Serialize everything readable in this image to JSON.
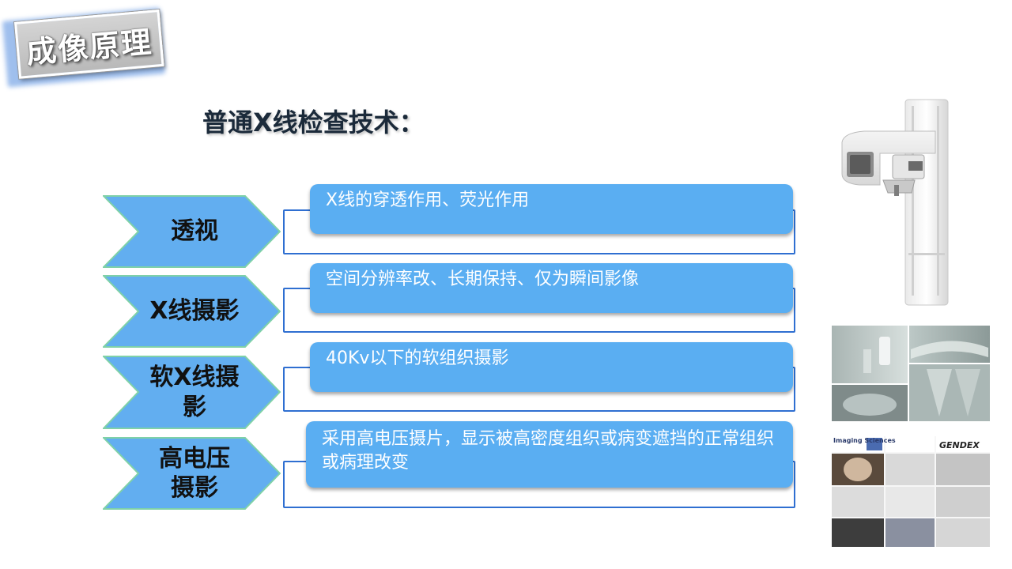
{
  "title_badge": "成像原理",
  "heading": "普通X线检查技术：",
  "rows": [
    {
      "label": "透视",
      "description": "X线的穿透作用、荧光作用"
    },
    {
      "label": "X线摄影",
      "description": "空间分辨率改、长期保持、仅为瞬间影像"
    },
    {
      "label": "软X线摄影",
      "description": "40Kv以下的软组织摄影"
    },
    {
      "label": "高电压摄影",
      "description": "采用高电压摄片，显示被高密度组织或病变遮挡的正常组织或病理改变"
    }
  ],
  "collage_logos": {
    "imaging": "Imaging Sciences",
    "gendex": "GENDEX"
  },
  "colors": {
    "chevron_fill": "#62aef0",
    "chevron_stroke": "#7fd1a8",
    "pill": "#5aaef2",
    "outline": "#2f6fd1"
  }
}
